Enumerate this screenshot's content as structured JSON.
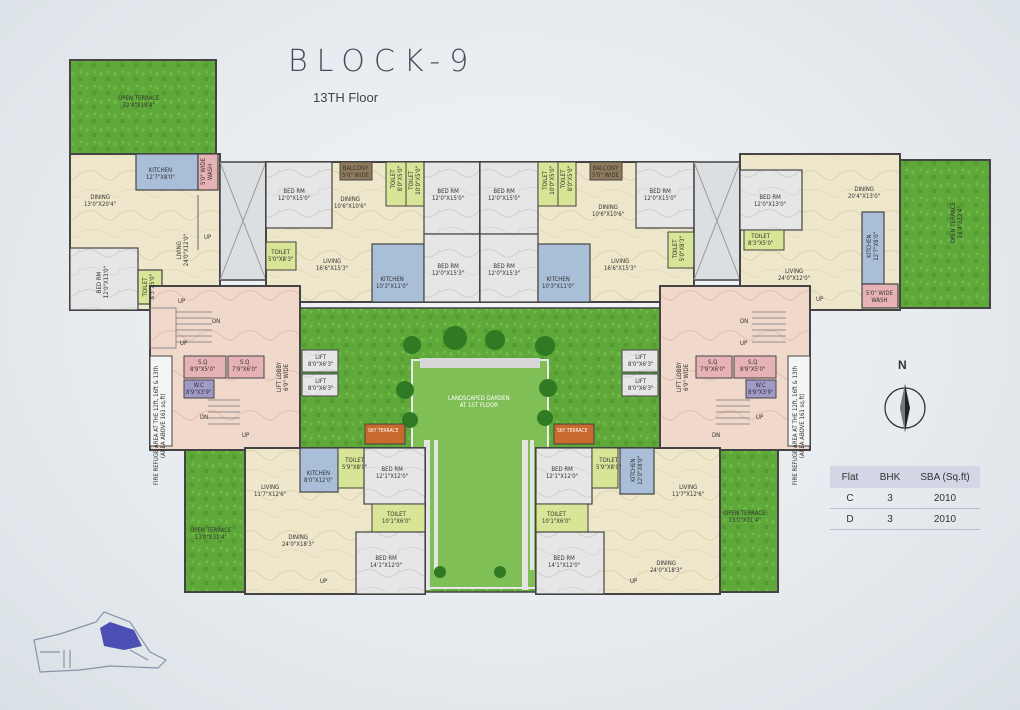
{
  "header": {
    "title": "BLOCK-9",
    "floor": "13TH Floor"
  },
  "compass": {
    "label": "N"
  },
  "table": {
    "headers": [
      "Flat",
      "BHK",
      "SBA (Sq.ft)"
    ],
    "rows": [
      [
        "C",
        "3",
        "2010"
      ],
      [
        "D",
        "3",
        "2010"
      ]
    ]
  },
  "colors": {
    "grass": "#5fa83a",
    "wall": "#444444",
    "kitchen": "#a9bfd8",
    "toilet": "#d8e596",
    "balcony": "#8f7b5c",
    "lobby": "#f0d6c9",
    "sq": "#e7b2b6",
    "floor": "#efe8cf",
    "bedroom": "#e2e2e2",
    "sky_terrace": "#c8692f",
    "table_header": "#d5d6e5",
    "keyplan_highlight": "#4b4fb3"
  },
  "labels": {
    "open_terrace_tl": [
      "OPEN TERRACE",
      "32'4\"X19'4\""
    ],
    "open_terrace_r": [
      "OPEN TERRACE",
      "19'4\"X32'4\""
    ],
    "open_terrace_bl": [
      "OPEN TERRACE",
      "13'0\"X31'4\""
    ],
    "open_terrace_br": [
      "OPEN TERRACE",
      "13'0\"X31'4\""
    ],
    "kitchen_tl": [
      "KITCHEN",
      "12'7\"X8'0\""
    ],
    "wash_tl": [
      "5'0\" WIDE",
      "WASH"
    ],
    "dining_tl": [
      "DINING",
      "13'0\"X20'4\""
    ],
    "living_tl": [
      "LIVING",
      "24'0\"X12'0\""
    ],
    "bed_tl": [
      "BED RM",
      "12'0\"X13'0\""
    ],
    "toilet_tl": [
      "TOILET",
      "8'3\"X5'0\""
    ],
    "up": "UP",
    "dn": "DN",
    "bed_a1": [
      "BED RM",
      "12'0\"X15'0\""
    ],
    "balcony": [
      "BALCONY",
      "5'0\" WIDE"
    ],
    "dining_a": [
      "DINING",
      "10'6\"X10'6\""
    ],
    "toilet_a1": [
      "TOILET",
      "8'0\"X5'0\""
    ],
    "toilet_a2": [
      "TOILET",
      "10'0\"X5'0\""
    ],
    "bed_a2": [
      "BED RM",
      "12'0\"X15'0\""
    ],
    "toilet_a3": [
      "TOILET",
      "5'0\"X8'3\""
    ],
    "living_a": [
      "LIVING",
      "16'6\"X15'3\""
    ],
    "kitchen_a": [
      "KITCHEN",
      "10'3\"X11'0\""
    ],
    "bed_a3": [
      "BED RM",
      "12'0\"X15'3\""
    ],
    "dining_r": [
      "DINING",
      "20'4\"X13'0\""
    ],
    "bed_r": [
      "BED RM",
      "12'0\"X13'0\""
    ],
    "toilet_r": [
      "TOILET",
      "8'3\"X5'0\""
    ],
    "living_r": [
      "LIVING",
      "24'0\"X12'0\""
    ],
    "kitchen_r": [
      "KITCHEN",
      "12'7\"X8'0\""
    ],
    "wash_r": [
      "5'0\" WIDE",
      "WASH"
    ],
    "lift_lobby": [
      "LIFT LOBBY",
      "6'9\" WIDE"
    ],
    "sq1": [
      "S.Q",
      "8'9\"X5'0\""
    ],
    "sq2": [
      "S.Q",
      "7'9\"X6'0\""
    ],
    "wc": [
      "W.C",
      "8'9\"X3'9\""
    ],
    "lift": [
      "LIFT",
      "8'0\"X6'3\""
    ],
    "refuge": [
      "FIRE REFUGE AREA AT THE 12ft, 16ft & 13th",
      "(AREA ABOVE 161 sq.ft)"
    ],
    "garden": [
      "LANDSCAPED GARDEN",
      "AT 1ST FLOOR"
    ],
    "sky_terrace": "SKY TERRACE",
    "living_b": [
      "LIVING",
      "11'7\"X12'6\""
    ],
    "kitchen_b": [
      "KITCHEN",
      "8'0\"X12'0\""
    ],
    "kitchen_b2": [
      "KITCHEN",
      "12'0\"X8'0\""
    ],
    "toilet_b1": [
      "TOILET",
      "5'9\"X8'0\""
    ],
    "bed_b1": [
      "BED RM",
      "12'1\"X12'0\""
    ],
    "toilet_b2": [
      "TOILET",
      "10'1\"X6'0\""
    ],
    "dining_b": [
      "DINING",
      "24'0\"X18'3\""
    ],
    "bed_b2": [
      "BED RM",
      "14'1\"X12'0\""
    ]
  }
}
